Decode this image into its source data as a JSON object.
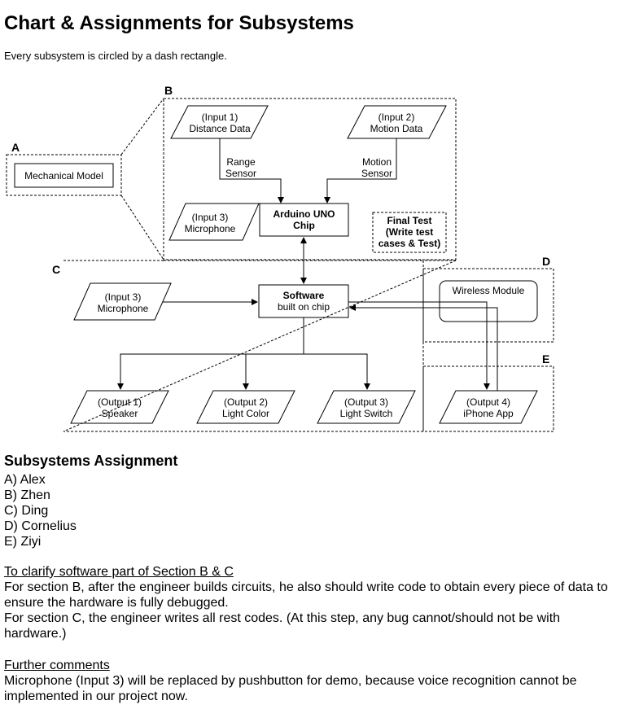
{
  "title": "Chart & Assignments for Subsystems",
  "subtitle": "Every subsystem is circled by a dash rectangle.",
  "diagram": {
    "section_labels": [
      "A",
      "B",
      "C",
      "D",
      "E"
    ],
    "mechanical_model": "Mechanical Model",
    "input1": [
      "(Input 1)",
      "Distance Data"
    ],
    "input2": [
      "(Input 2)",
      "Motion Data"
    ],
    "range_sensor": [
      "Range",
      "Sensor"
    ],
    "motion_sensor": [
      "Motion",
      "Sensor"
    ],
    "input3_b": [
      "(Input 3)",
      "Microphone"
    ],
    "arduino": [
      "Arduino UNO",
      "Chip"
    ],
    "final_test": [
      "Final Test",
      "(Write test",
      "cases & Test)"
    ],
    "input3_c": [
      "(Input 3)",
      "Microphone"
    ],
    "software": [
      "Software",
      "built on chip"
    ],
    "wireless": "Wireless Module",
    "output1": [
      "(Output 1)",
      "Speaker"
    ],
    "output2": [
      "(Output 2)",
      "Light Color"
    ],
    "output3": [
      "(Output 3)",
      "Light Switch"
    ],
    "output4": [
      "(Output 4)",
      "iPhone App"
    ]
  },
  "assignment": {
    "heading": "Subsystems Assignment",
    "items": [
      "A) Alex",
      "B) Zhen",
      "C) Ding",
      "D) Cornelius",
      "E) Ziyi"
    ]
  },
  "clarify": {
    "heading": "To clarify software part of Section B & C",
    "lines": [
      "For section B, after the engineer builds circuits, he also should write code to obtain every piece of data to ensure the hardware is fully debugged.",
      "For section C, the engineer writes all rest codes. (At this step, any bug cannot/should not be with hardware.)"
    ]
  },
  "further": {
    "heading": "Further comments",
    "text": "Microphone (Input 3) will be replaced by pushbutton for demo, because voice recognition cannot be implemented in our project now."
  }
}
